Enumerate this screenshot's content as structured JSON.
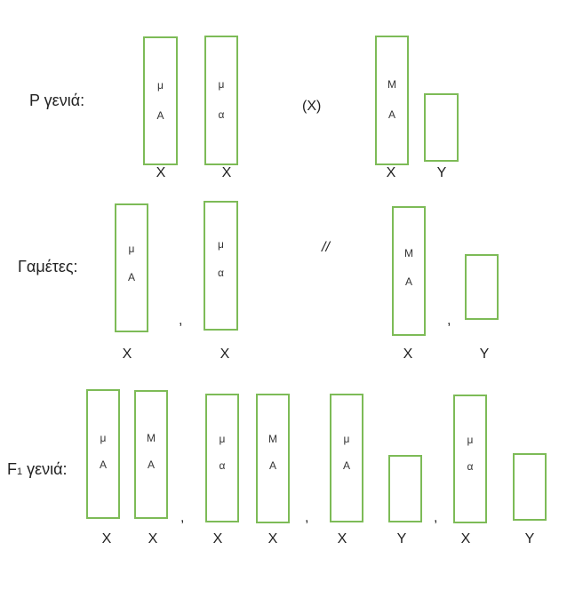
{
  "colors": {
    "chromosome_border": "#7dbb57",
    "text": "#222222"
  },
  "rows": [
    {
      "label": "P γενιά:",
      "cross_symbol": "(X)",
      "chromosomes": [
        {
          "genes": [
            "μ",
            "A"
          ],
          "sex": "X"
        },
        {
          "genes": [
            "μ",
            "α"
          ],
          "sex": "X"
        },
        {
          "genes": [
            "M",
            "A"
          ],
          "sex": "X"
        },
        {
          "genes": [],
          "sex": "Y"
        }
      ]
    },
    {
      "label": "Γαμέτες:",
      "cross_symbol": "//",
      "separator": ",",
      "chromosomes": [
        {
          "genes": [
            "μ",
            "A"
          ],
          "sex": "X"
        },
        {
          "genes": [
            "μ",
            "α"
          ],
          "sex": "X"
        },
        {
          "genes": [
            "M",
            "A"
          ],
          "sex": "X"
        },
        {
          "genes": [],
          "sex": "Y"
        }
      ]
    },
    {
      "label_main": "F",
      "label_sub": "1",
      "label_rest": " γενιά:",
      "separator": ",",
      "chromosomes": [
        {
          "genes": [
            "μ",
            "A"
          ],
          "sex": "X"
        },
        {
          "genes": [
            "M",
            "A"
          ],
          "sex": "X"
        },
        {
          "genes": [
            "μ",
            "α"
          ],
          "sex": "X"
        },
        {
          "genes": [
            "M",
            "A"
          ],
          "sex": "X"
        },
        {
          "genes": [
            "μ",
            "A"
          ],
          "sex": "X"
        },
        {
          "genes": [],
          "sex": "Y"
        },
        {
          "genes": [
            "μ",
            "α"
          ],
          "sex": "X"
        },
        {
          "genes": [],
          "sex": "Y"
        }
      ]
    }
  ]
}
